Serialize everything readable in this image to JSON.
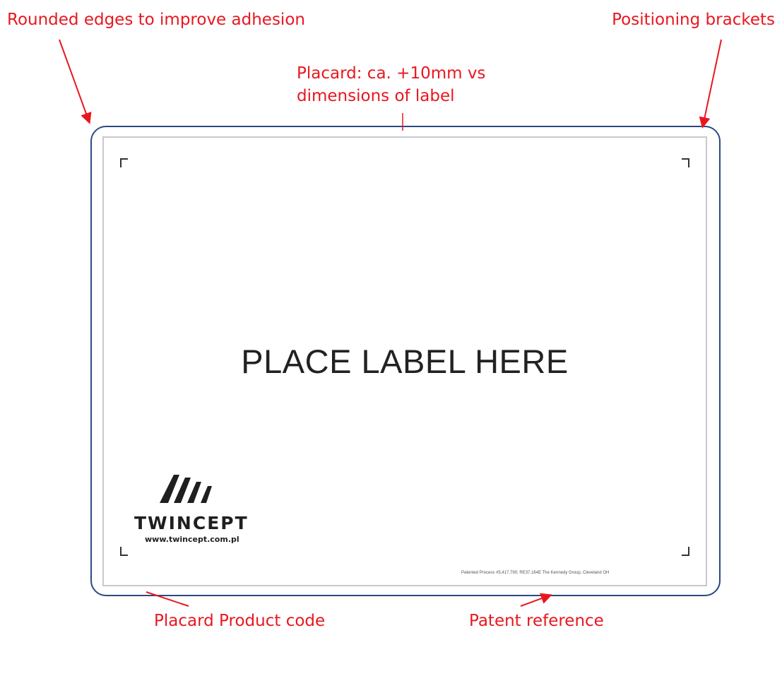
{
  "colors": {
    "callout": "#e8171f",
    "placard_border": "#2b4a82",
    "label_border": "#c8c8ce",
    "text": "#222222"
  },
  "callouts": {
    "rounded_edges": "Rounded edges to improve adhesion",
    "positioning_brackets": "Positioning brackets",
    "placard_size_line1": "Placard: ca. +10mm vs",
    "placard_size_line2": "dimensions of label",
    "product_code": "Placard Product code",
    "patent_reference": "Patent reference"
  },
  "placard": {
    "main_text": "PLACE LABEL HERE",
    "logo": {
      "icon": "twincept-stripes-logo",
      "name": "TWINCEPT",
      "url": "www.twincept.com.pl"
    },
    "patent_text": "Patented Process #5,417,790; RE37,164E The Kennedy Group, Cleveland OH"
  }
}
